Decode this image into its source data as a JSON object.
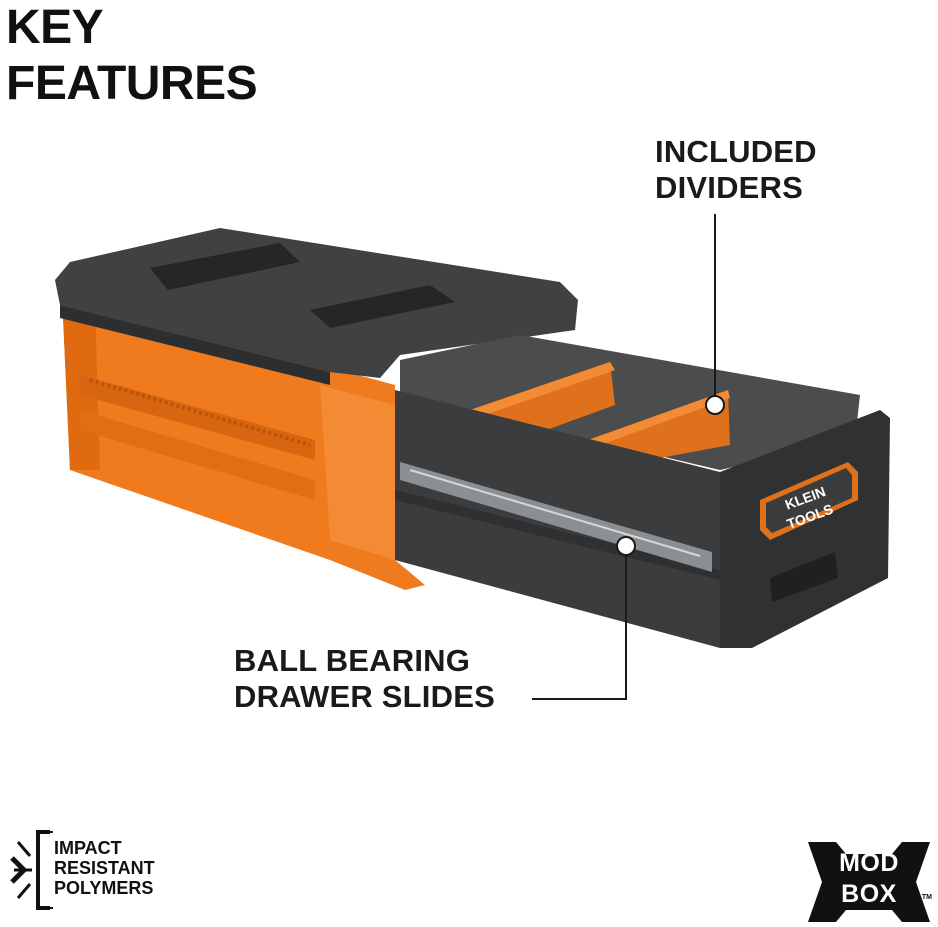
{
  "heading": {
    "line1": "KEY",
    "line2": "FEATURES"
  },
  "callouts": {
    "dividers": {
      "line1": "INCLUDED",
      "line2": "DIVIDERS"
    },
    "slides": {
      "line1": "BALL BEARING",
      "line2": "DRAWER SLIDES"
    }
  },
  "product": {
    "logo_line1": "KLEIN",
    "logo_line2": "TOOLS"
  },
  "badges": {
    "impact": {
      "line1": "IMPACT",
      "line2": "RESISTANT",
      "line3": "POLYMERS"
    },
    "modbox": {
      "line1": "MOD",
      "line2": "BOX",
      "tm": "TM"
    }
  },
  "colors": {
    "orange": "#f07a1e",
    "dark_gray": "#3b3d3f",
    "black": "#111111"
  }
}
